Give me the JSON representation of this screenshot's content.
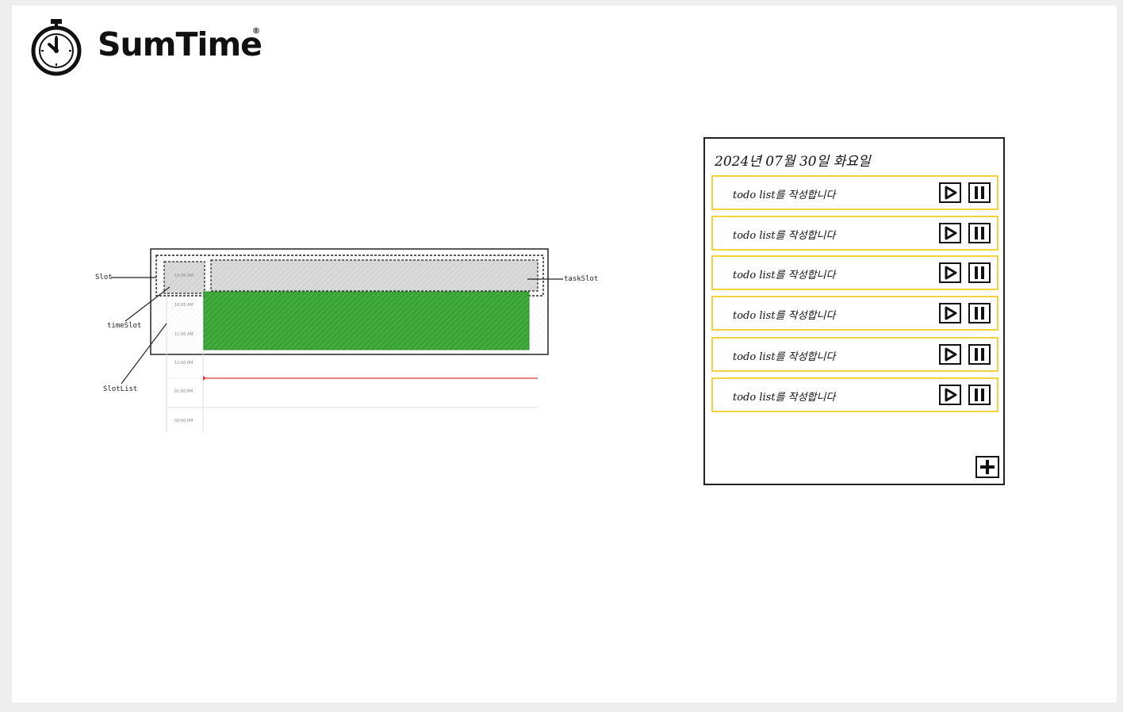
{
  "app": {
    "logo_text": "SumTime",
    "logo_mark": "®",
    "logo_icon": "stopwatch-icon"
  },
  "diagram": {
    "time_slots": [
      "10:00 AM",
      "10:05 AM",
      "11:00 AM",
      "12:00 PM",
      "01:00 PM",
      "02:00 PM"
    ],
    "annotations": {
      "slot": "Slot",
      "time_slot": "timeSlot",
      "slot_list": "SlotList",
      "task_slot": "taskSlot"
    },
    "colors": {
      "task_fill": "#3aa335",
      "selected_fill": "#d6d6d6",
      "now_line": "#e53935"
    }
  },
  "todo_panel": {
    "date": "2024년 07월 30일 화요일",
    "items": [
      {
        "label": "todo list를 작성합니다"
      },
      {
        "label": "todo list를 작성합니다"
      },
      {
        "label": "todo list를 작성합니다"
      },
      {
        "label": "todo list를 작성합니다"
      },
      {
        "label": "todo list를 작성합니다"
      },
      {
        "label": "todo list를 작성합니다"
      }
    ],
    "item_border_color": "#f3d33c",
    "icons": {
      "play": "play-icon",
      "pause": "pause-icon",
      "add": "plus-icon"
    }
  }
}
